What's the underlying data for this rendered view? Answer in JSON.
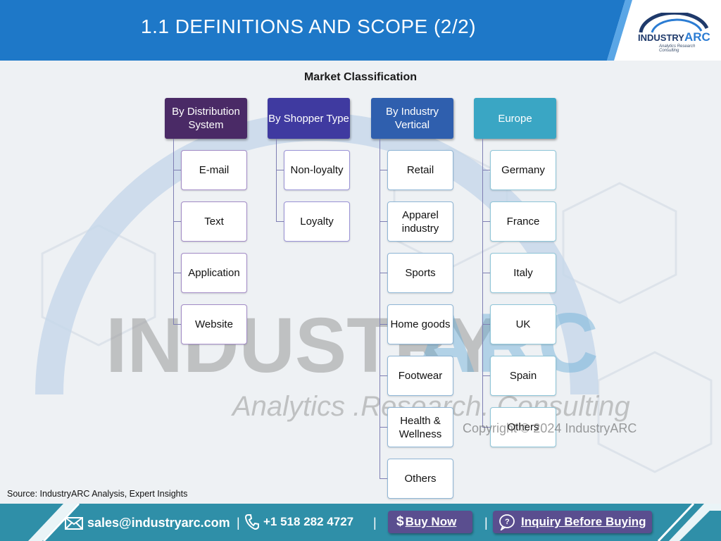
{
  "header": {
    "title": "1.1 DEFINITIONS AND SCOPE (2/2)",
    "logo_prefix": "INDUSTRY",
    "logo_suffix": "ARC",
    "logo_tagline": "Analytics Research Consulting"
  },
  "section_title": "Market Classification",
  "categories": [
    {
      "label": "By Distribution System",
      "color": "#4a2a66",
      "items": [
        "E-mail",
        "Text",
        "Application",
        "Website"
      ]
    },
    {
      "label": "By Shopper Type",
      "color": "#3f3aa0",
      "items": [
        "Non-loyalty",
        "Loyalty"
      ]
    },
    {
      "label": "By Industry Vertical",
      "color": "#2f5fae",
      "items": [
        "Retail",
        "Apparel industry",
        "Sports",
        "Home goods",
        "Footwear",
        "Health & Wellness",
        "Others"
      ]
    },
    {
      "label": "Europe",
      "color": "#3aa6c4",
      "items": [
        "Germany",
        "France",
        "Italy",
        "UK",
        "Spain",
        "Others"
      ]
    }
  ],
  "watermark": {
    "brand_left": "INDUSTRY",
    "brand_right": "ARC",
    "tagline": "Analytics .Research. Consulting",
    "copyright": "Copyright © 2024 IndustryARC"
  },
  "source": "Source: IndustryARC Analysis, Expert Insights",
  "footer": {
    "email": "sales@industryarc.com",
    "phone": "+1 518 282 4727",
    "buy_now": "Buy Now",
    "inquiry": "Inquiry Before Buying",
    "colors": {
      "bar": "#2f8fa8",
      "button": "#5a4e8f"
    }
  },
  "icons": [
    "mail-icon",
    "phone-icon",
    "dollar-icon",
    "chat-icon"
  ]
}
